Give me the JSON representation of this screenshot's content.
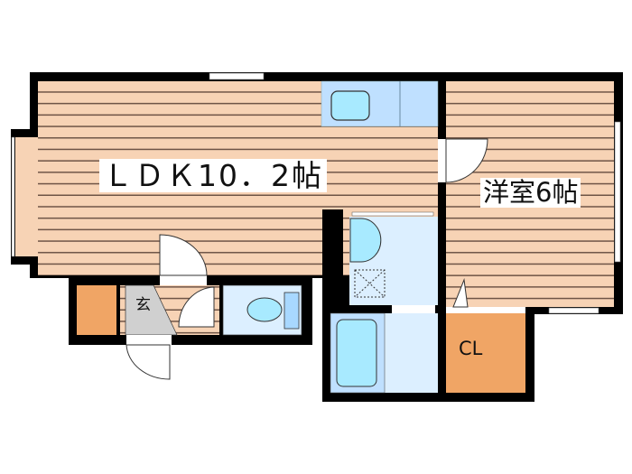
{
  "rooms": {
    "ldk_label": "ＬＤＫ10．2帖",
    "western_room_label": "洋室6帖",
    "closet_label": "CL",
    "entrance_label": "玄"
  },
  "colors": {
    "floor": "#f7d3b5",
    "floor_line": "#6e5446",
    "wet_area": "#dcefff",
    "fixture": "#a8eaff",
    "storage": "#f0a565",
    "entrance": "#d0d0d0",
    "wall": "#000000"
  }
}
